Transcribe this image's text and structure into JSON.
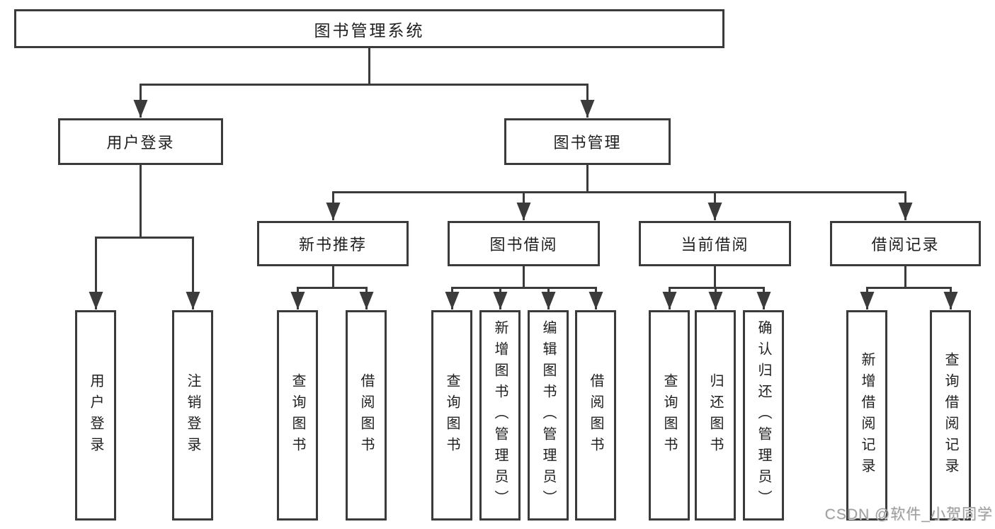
{
  "diagram": {
    "type": "org-tree",
    "root": "图书管理系统",
    "level2": [
      "用户登录",
      "图书管理"
    ],
    "level3": [
      "新书推荐",
      "图书借阅",
      "当前借阅",
      "借阅记录"
    ],
    "leaves": {
      "user_login": [
        "用户登录",
        "注销登录"
      ],
      "new_book_recommend": [
        "查询图书",
        "借阅图书"
      ],
      "book_borrow": [
        "查询图书",
        "新增图书（管理员）",
        "编辑图书（管理员）",
        "借阅图书"
      ],
      "current_borrow": [
        "查询图书",
        "归还图书",
        "确认归还（管理员）"
      ],
      "borrow_records": [
        "新增借阅记录",
        "查询借阅记录"
      ]
    },
    "colors": {
      "line": "#3b3b3b",
      "text": "#1f1f1f",
      "box_fill": "#ffffff",
      "background": "#ffffff"
    }
  },
  "watermark": {
    "text": "CSDN @软件_小贺同学",
    "color": "#9e9e9e"
  }
}
